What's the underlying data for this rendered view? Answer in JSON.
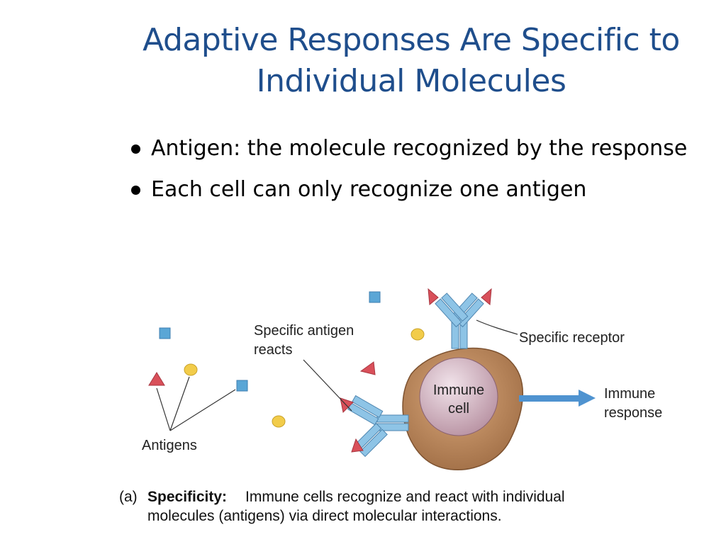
{
  "slide": {
    "title_line1": "Adaptive Responses Are Specific to",
    "title_line2": "Individual Molecules",
    "bullets": [
      "Antigen: the molecule recognized by the response",
      "Each cell can only recognize one antigen"
    ]
  },
  "figure": {
    "labels": {
      "specific_antigen_line1": "Specific antigen",
      "specific_antigen_line2": "reacts",
      "specific_receptor": "Specific receptor",
      "immune_cell_line1": "Immune",
      "immune_cell_line2": "cell",
      "immune_response_line1": "Immune",
      "immune_response_line2": "response",
      "antigens": "Antigens"
    },
    "caption": {
      "marker": "(a)",
      "term": "Specificity:",
      "line1_rest": "Immune cells recognize and react with individual",
      "line2": "molecules (antigens) via direct molecular interactions."
    },
    "colors": {
      "square_antigen": "#5aa6d6",
      "triangle_antigen": "#d9505a",
      "circle_antigen": "#f2cc4a",
      "cell_body": "#b8845a",
      "nucleus": "#c7a3b1",
      "receptor": "#8ec4e6",
      "arrow": "#4f93d0"
    }
  }
}
